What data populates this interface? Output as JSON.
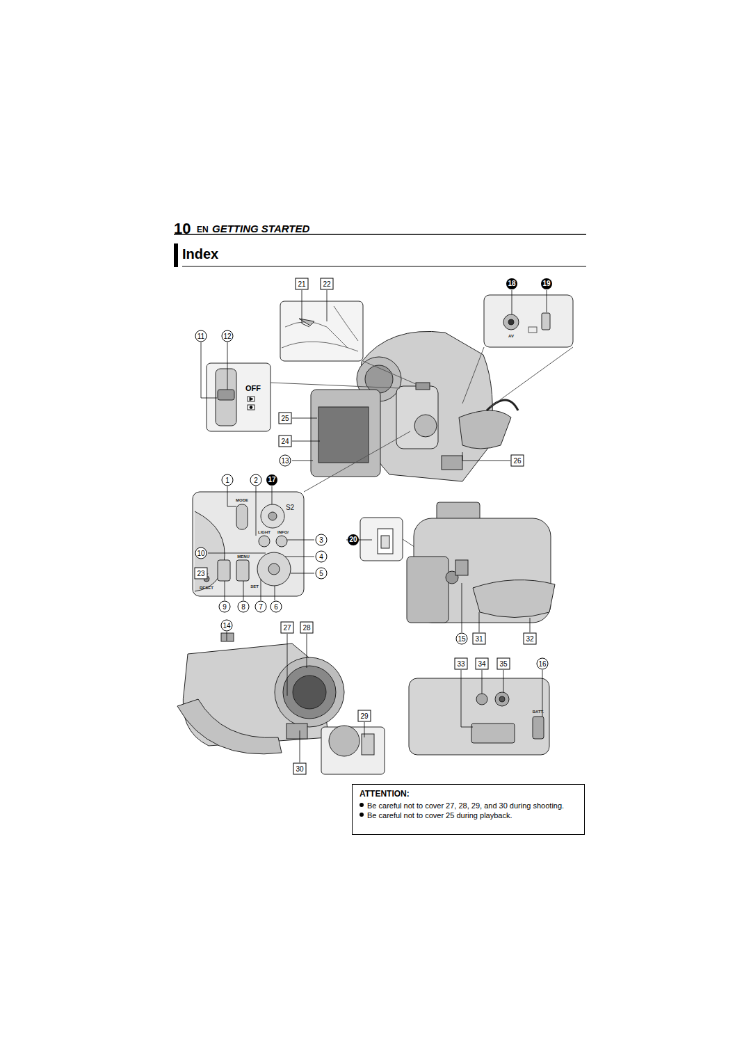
{
  "diagram": {
    "title": "Index",
    "nodes": [
      {
        "text": [
          "ATTENTION:",
          "Be careful not to cover 27, 28, 29, and 30 during shooting.",
          "Be careful not to cover 25 during playback."
        ]
      }
    ],
    "labels": [
      "10",
      "EN",
      "GETTING STARTED",
      "21",
      "22",
      "18",
      "19",
      "11",
      "12",
      "25",
      "24",
      "13",
      "26",
      "1",
      "2",
      "17",
      "3",
      "20",
      "10",
      "4",
      "5",
      "23",
      "9",
      "8",
      "7",
      "6",
      "14",
      "27",
      "28",
      "15",
      "31",
      "32",
      "33",
      "34",
      "35",
      "16",
      "29",
      "30",
      "OFF",
      "MODE",
      "S2",
      "LIGHT",
      "INFO/",
      "MENU",
      "SET",
      "RESET",
      "AV",
      "BATT."
    ]
  }
}
